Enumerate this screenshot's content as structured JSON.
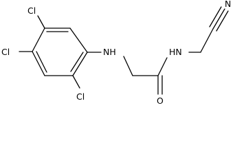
{
  "molecule": {
    "atom_labels": {
      "cl_top": "Cl",
      "cl_left": "Cl",
      "cl_bottom": "Cl",
      "amine_nh": "NH",
      "amide_hn": "HN",
      "carbonyl_o": "O",
      "nitrile_n": "N"
    },
    "colors": {
      "bond": "#000000",
      "label": "#000000",
      "background": "#ffffff"
    }
  }
}
